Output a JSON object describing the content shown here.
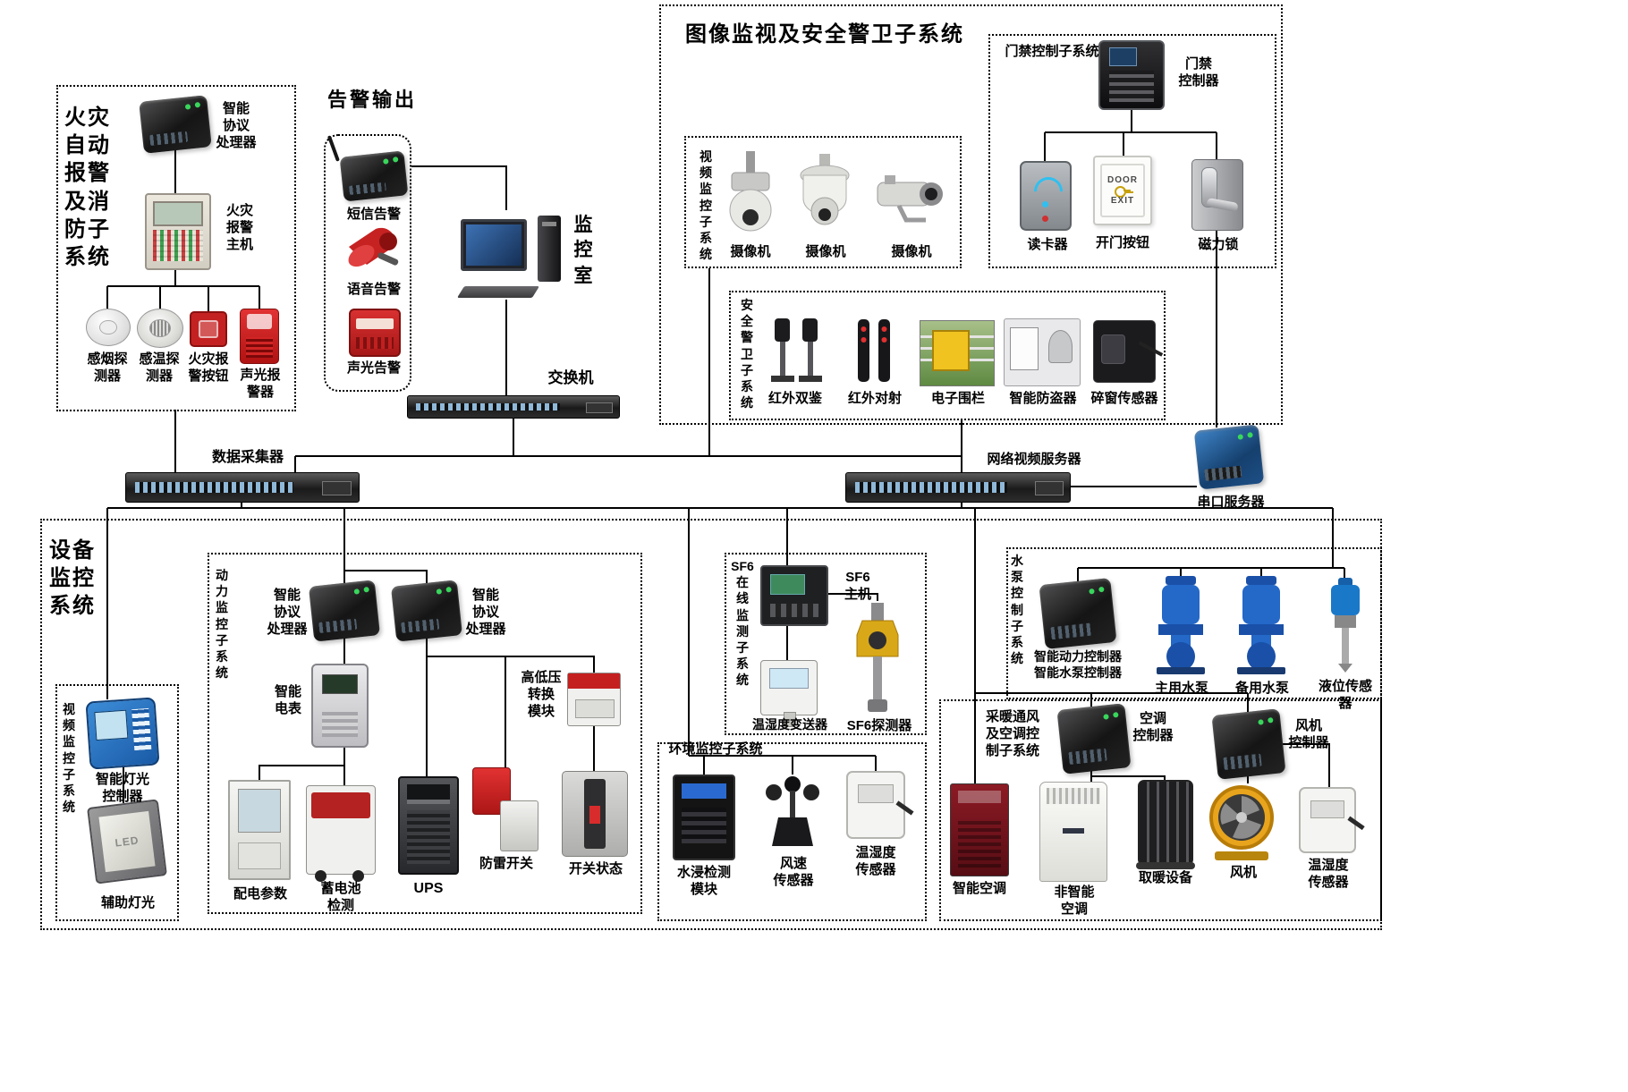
{
  "fire": {
    "title": "火灾\n自动\n报警\n及消\n防子\n系统",
    "processor": "智能\n协议\n处理器",
    "host": "火灾\n报警\n主机",
    "smoke": "感烟探\n测器",
    "heat": "感温探\n测器",
    "button": "火灾报\n警按钮",
    "sounder": "声光报\n警器"
  },
  "alarm_out": {
    "title": "告警输出",
    "sms": "短信告警",
    "voice": "语音告警",
    "sound_light": "声光告警"
  },
  "core": {
    "monitor_room": "监\n控\n室",
    "switch": "交换机",
    "data_collector": "数据采集器",
    "video_server": "网络视频服务器",
    "serial_server": "串口服务器"
  },
  "security": {
    "title": "图像监视及安全警卫子系统",
    "access": {
      "title": "门禁控制子系统",
      "controller": "门禁\n控制器",
      "reader": "读卡器",
      "door_button": "开门按钮",
      "door_text": "DOOR",
      "exit_text": "EXIT",
      "lock": "磁力锁"
    },
    "video": {
      "title": "视\n频\n监\n控\n子\n系\n统",
      "camera": "摄像机"
    },
    "guard": {
      "title": "安\n全\n警\n卫\n子\n系\n统",
      "ir_dual": "红外双鉴",
      "ir_beam": "红外对射",
      "fence": "电子围栏",
      "burglar": "智能防盗器",
      "glass": "碎窗传感器"
    }
  },
  "equipment": {
    "title": "设备\n监控\n系统",
    "video": {
      "title": "视\n频\n监\n控\n子\n系\n统",
      "light_controller": "智能灯光\n控制器",
      "aux_light": "辅助灯光",
      "led_text": "LED"
    },
    "power": {
      "title": "动\n力\n监\n控\n子\n系\n统",
      "processor": "智能\n协议\n处理器",
      "meter": "智能\n电表",
      "hv_module": "高低压\n转换\n模块",
      "distribution": "配电参数",
      "battery": "蓄电池\n检测",
      "ups": "UPS",
      "surge": "防雷开关",
      "switch_status": "开关状态"
    },
    "sf6": {
      "title": "SF6\n在\n线\n监\n测\n子\n系\n统",
      "host": "SF6\n主机",
      "transmitter": "温湿度变送器",
      "detector": "SF6探测器"
    },
    "env": {
      "title": "环境监控子系统",
      "water": "水浸检测\n模块",
      "wind": "风速\n传感器",
      "temp": "温湿度\n传感器"
    },
    "pump": {
      "title": "水\n泵\n控\n制\n子\n系\n统",
      "controller": "智能动力控制器\n智能水泵控制器",
      "main": "主用水泵",
      "backup": "备用水泵",
      "level": "液位传感器"
    },
    "hvac": {
      "title": "采暖通风\n及空调控\n制子系统",
      "ac_controller": "空调\n控制器",
      "fan_controller": "风机\n控制器",
      "smart_ac": "智能空调",
      "plain_ac": "非智能\n空调",
      "heater": "取暖设备",
      "fan": "风机",
      "temp": "温湿度\n传感器"
    }
  }
}
